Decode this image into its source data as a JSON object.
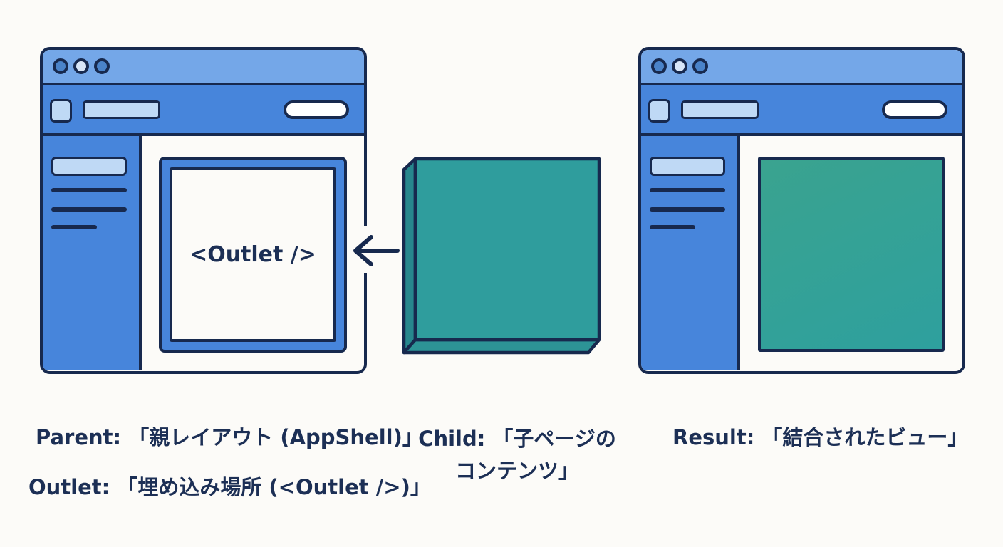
{
  "palette": {
    "outline_navy": "#17294E",
    "text_navy": "#1C2F55",
    "titlebar_blue": "#74A7E8",
    "chrome_blue": "#4785DB",
    "light_blue_fill": "#BFD9F5",
    "dot_blue": "#4A83C9",
    "dot_light_blue": "#D8E6F8",
    "pill_white": "#FFFFFF",
    "teal_face": "#2F9D9D",
    "teal_side": "#27878D",
    "teal_bottom": "#2D9396",
    "teal_result_top": "#3AA38F",
    "teal_result_bottom": "#2EA09E",
    "background": "#FCFBF8"
  },
  "parent_window": {
    "outlet_tag": "<Outlet />"
  },
  "icons": {
    "window_controls": "three-window-control-dots",
    "arrow": "arrow-left-icon"
  },
  "captions": {
    "parent": "Parent: 「親レイアウト (AppShell)」",
    "outlet": "Outlet: 「埋め込み場所 (<Outlet />)」",
    "child_line1": "Child: 「子ページの",
    "child_line2": "コンテンツ」",
    "result": "Result: 「結合されたビュー」"
  }
}
